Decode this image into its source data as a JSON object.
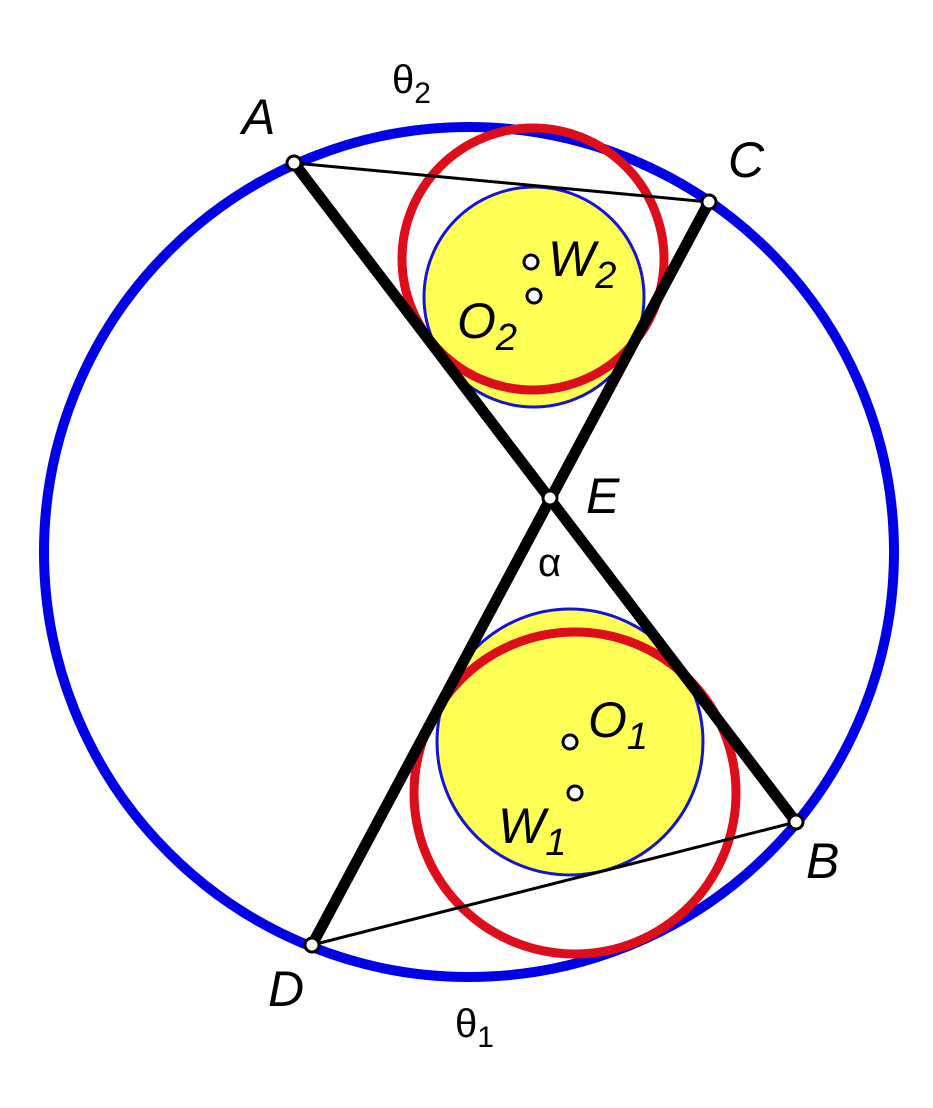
{
  "diagram": {
    "colors": {
      "outer_circle": "#0000e6",
      "red_circles": "#dd0d1a",
      "inner_circles_fill": "#ffff55",
      "inner_circles_stroke": "#1414d2",
      "chords": "#000000",
      "point_fill": "#ffffff"
    },
    "points": {
      "A": "A",
      "B": "B",
      "C": "C",
      "D": "D",
      "E": "E"
    },
    "centers": {
      "O1": {
        "letter": "O",
        "sub": "1"
      },
      "O2": {
        "letter": "O",
        "sub": "2"
      },
      "W1": {
        "letter": "W",
        "sub": "1"
      },
      "W2": {
        "letter": "W",
        "sub": "2"
      }
    },
    "angles": {
      "alpha": "α",
      "theta1": {
        "letter": "θ",
        "sub": "1"
      },
      "theta2": {
        "letter": "θ",
        "sub": "2"
      }
    }
  }
}
